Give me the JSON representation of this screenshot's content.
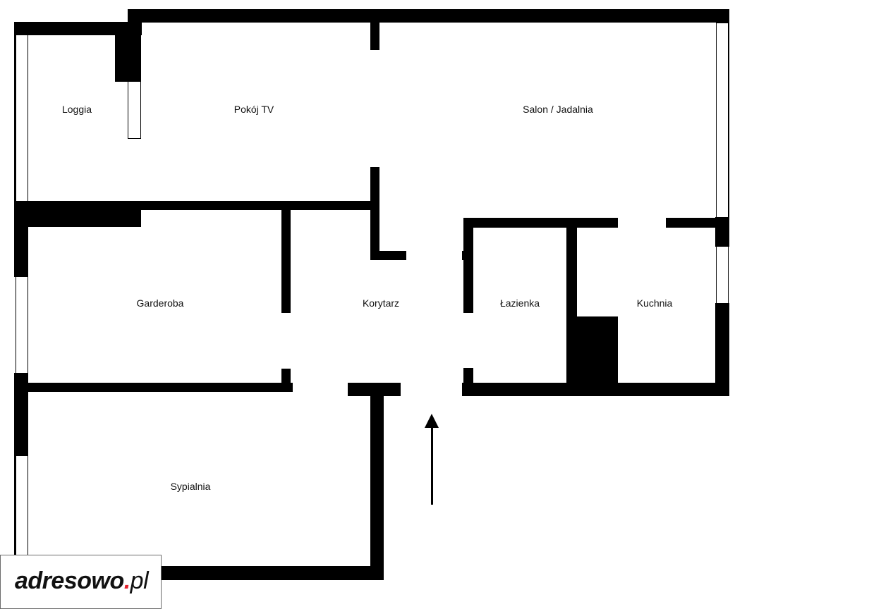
{
  "rooms": {
    "loggia": "Loggia",
    "pokoj_tv": "Pokój TV",
    "salon": "Salon / Jadalnia",
    "garderoba": "Garderoba",
    "korytarz": "Korytarz",
    "lazienka": "Łazienka",
    "kuchnia": "Kuchnia",
    "sypialnia": "Sypialnia"
  },
  "logo": {
    "name": "adresowo",
    "dot": ".",
    "tld": "pl"
  },
  "colors": {
    "wall": "#000000",
    "logo_dot": "#e3202c"
  },
  "icons": {
    "entrance": "up-arrow-icon"
  }
}
